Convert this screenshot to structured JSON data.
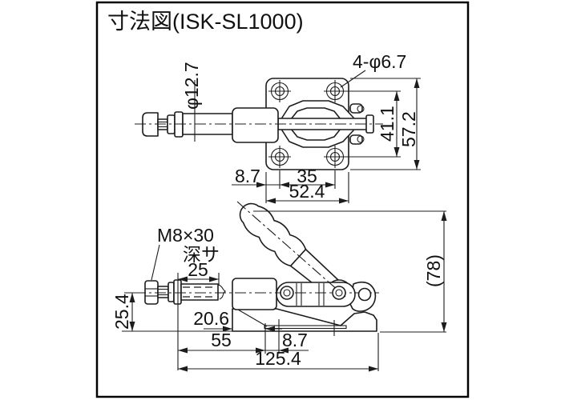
{
  "title": "寸法図(ISK-SL1000)",
  "top_view": {
    "rod_diameter": "φ12.7",
    "hole_label": "4-φ6.7",
    "hole_pitch_vertical": "41.1",
    "plate_height": "57.2",
    "edge_to_hole": "8.7",
    "hole_pitch_horizontal": "35",
    "plate_width": "52.4"
  },
  "side_view": {
    "thread_label": "M8×30",
    "depth_label": "深サ",
    "thread_depth": "25",
    "axis_height": "25.4",
    "stroke_dim": "20.6",
    "front_length": "55",
    "edge_to_hole": "8.7",
    "total_length": "125.4",
    "overall_height": "(78)"
  }
}
